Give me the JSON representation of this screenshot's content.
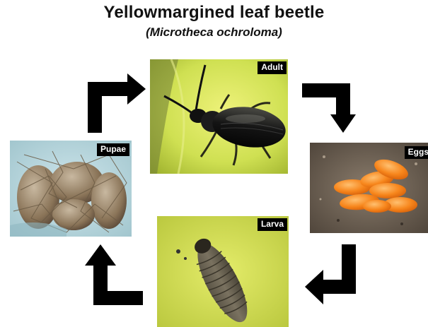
{
  "diagram": {
    "title": "Yellowmargined leaf beetle",
    "subtitle": "(Microtheca ochroloma)"
  },
  "stages": {
    "adult": {
      "label": "Adult"
    },
    "eggs": {
      "label": "Eggs"
    },
    "larva": {
      "label": "Larva"
    },
    "pupae": {
      "label": "Pupae"
    }
  },
  "colors": {
    "arrow": "#000000",
    "leaf": "#c8d94a",
    "egg": "#f7861c",
    "beetle": "#1a1a1a"
  },
  "icons": {
    "cycle_arrows": [
      "arrow-adult-to-eggs",
      "arrow-eggs-to-larva",
      "arrow-larva-to-pupae",
      "arrow-pupae-to-adult"
    ]
  }
}
